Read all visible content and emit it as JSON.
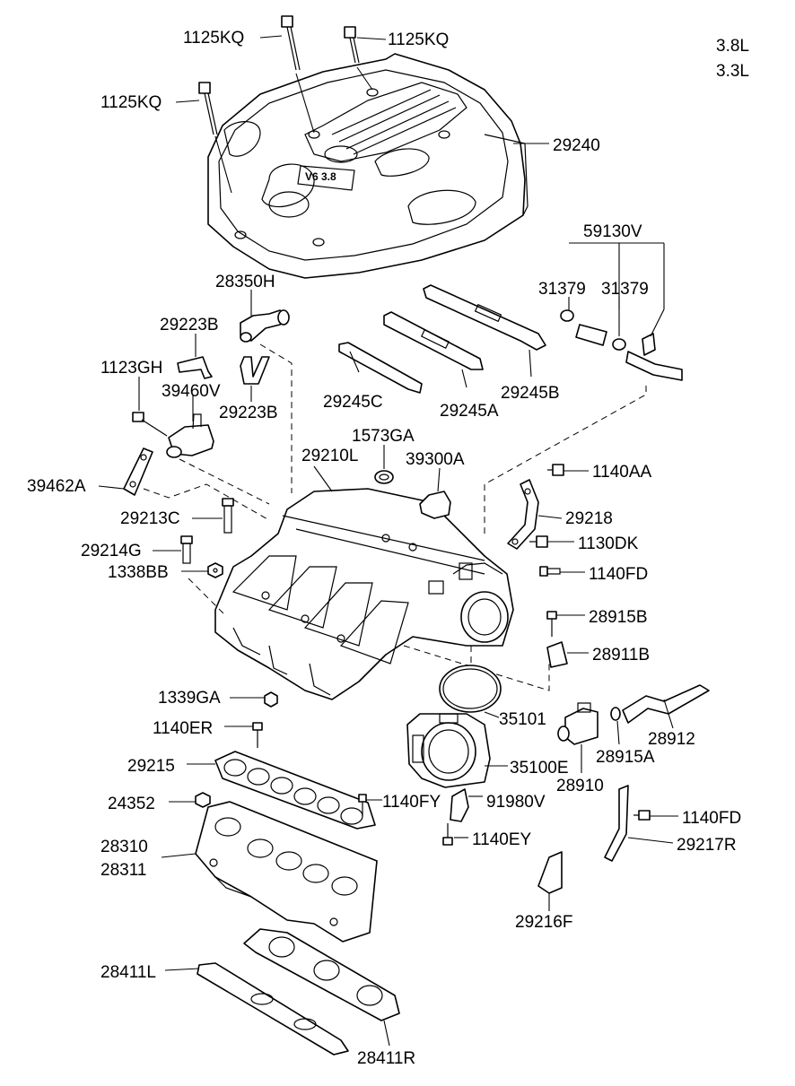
{
  "engine_options": [
    "3.8L",
    "3.3L"
  ],
  "cover_badge": "V6 3.8",
  "labels": {
    "l_1125kq_a": "1125KQ",
    "l_1125kq_b": "1125KQ",
    "l_1125kq_c": "1125KQ",
    "l_29240": "29240",
    "l_59130v": "59130V",
    "l_31379_a": "31379",
    "l_31379_b": "31379",
    "l_28350h": "28350H",
    "l_29223b_a": "29223B",
    "l_1123gh": "1123GH",
    "l_39460v": "39460V",
    "l_29223b_b": "29223B",
    "l_29245c": "29245C",
    "l_29245a": "29245A",
    "l_29245b": "29245B",
    "l_1573ga": "1573GA",
    "l_29210l": "29210L",
    "l_39300a": "39300A",
    "l_1140aa": "1140AA",
    "l_39462a": "39462A",
    "l_29218": "29218",
    "l_29213c": "29213C",
    "l_1130dk": "1130DK",
    "l_29214g": "29214G",
    "l_1140fd_a": "1140FD",
    "l_1338bb": "1338BB",
    "l_28915b": "28915B",
    "l_28911b": "28911B",
    "l_1339ga": "1339GA",
    "l_35101": "35101",
    "l_28912": "28912",
    "l_1140er": "1140ER",
    "l_28915a": "28915A",
    "l_29215": "29215",
    "l_35100e": "35100E",
    "l_28910": "28910",
    "l_24352": "24352",
    "l_1140fy": "1140FY",
    "l_91980v": "91980V",
    "l_1140fd_b": "1140FD",
    "l_28310": "28310",
    "l_1140ey": "1140EY",
    "l_29217r": "29217R",
    "l_28311": "28311",
    "l_29216f": "29216F",
    "l_28411l": "28411L",
    "l_28411r": "28411R"
  }
}
